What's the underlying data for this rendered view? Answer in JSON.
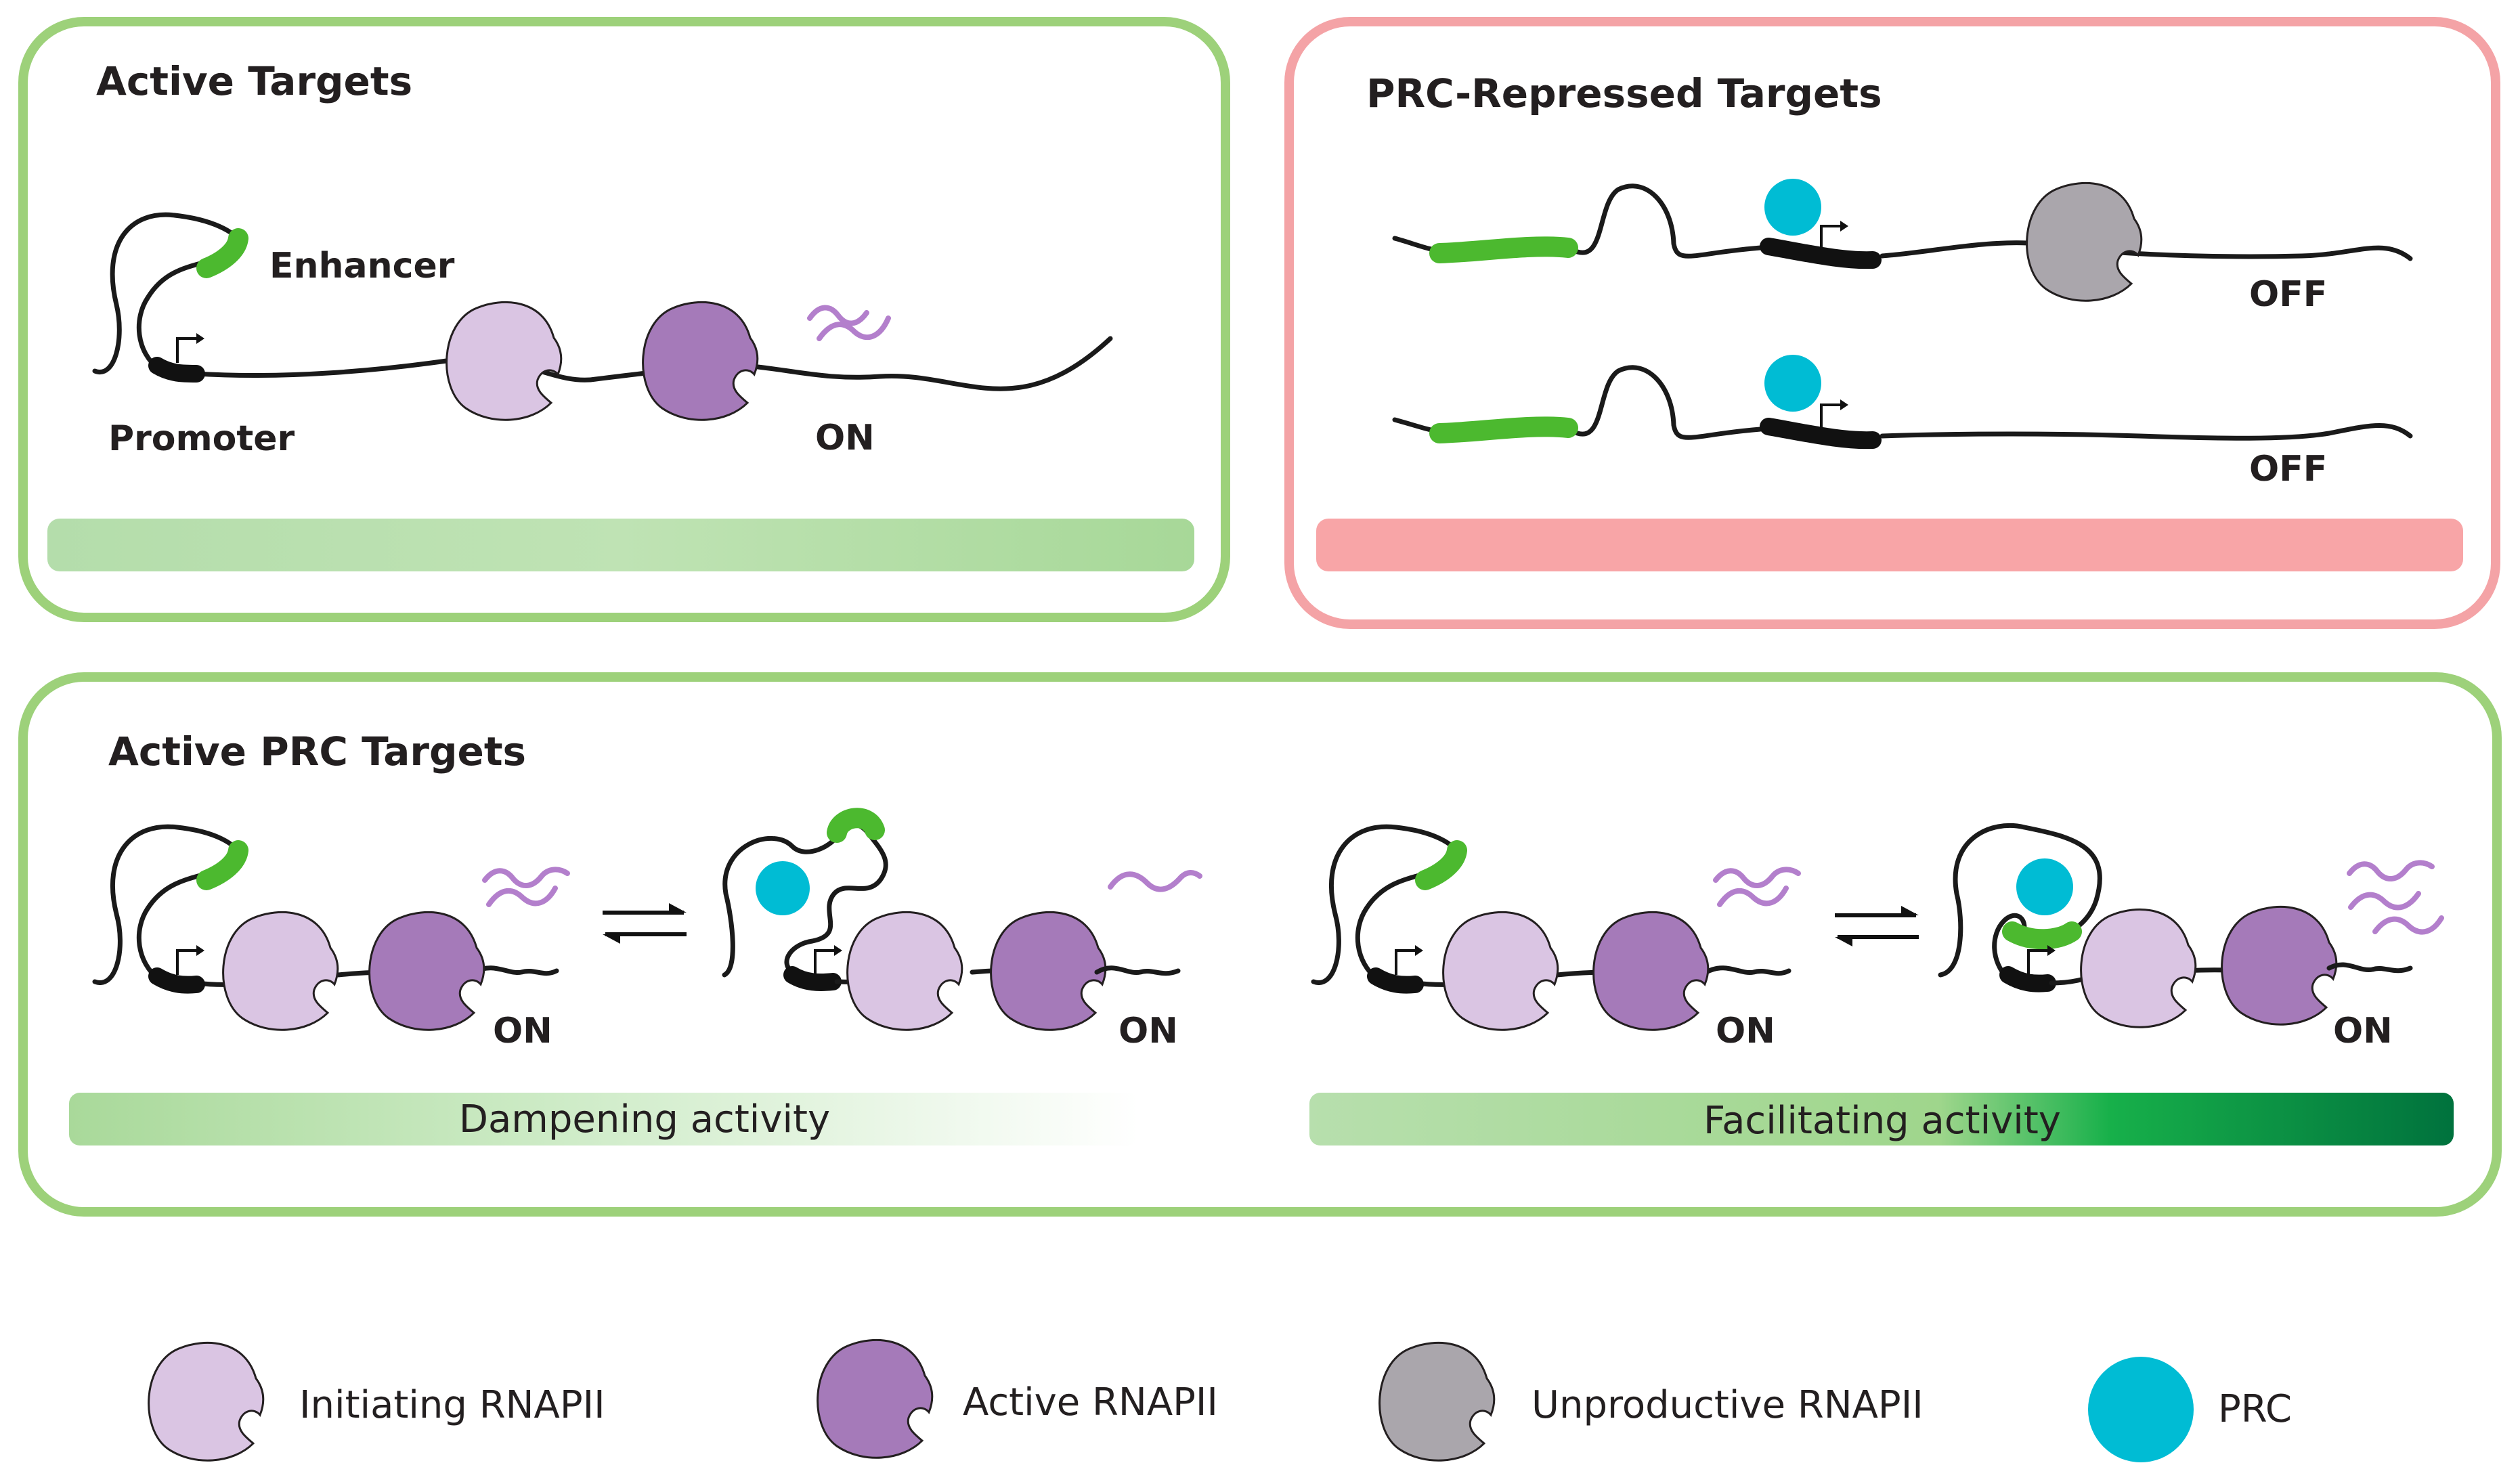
{
  "panels": {
    "active": {
      "title": "Active Targets",
      "enhancer_label": "Enhancer",
      "promoter_label": "Promoter",
      "state_label": "ON"
    },
    "repressed": {
      "title": "PRC-Repressed Targets",
      "state_label_1": "OFF",
      "state_label_2": "OFF"
    },
    "active_prc": {
      "title": "Active PRC Targets",
      "state_label_1": "ON",
      "state_label_2": "ON",
      "state_label_3": "ON",
      "state_label_4": "ON",
      "dampening_label": "Dampening activity",
      "facilitating_label": "Facilitating activity"
    }
  },
  "legend": {
    "initiating": "Initiating RNAPII",
    "active": "Active RNAPII",
    "unproductive": "Unproductive RNAPII",
    "prc": "PRC"
  },
  "colors": {
    "active_border": "#9dd17a",
    "repressed_border": "#f4a3a6",
    "initiating_rnapii": "#dac5e3",
    "active_rnapii": "#a57ab9",
    "unproductive_rnapii": "#aaa6ac",
    "prc": "#00bcd4",
    "enhancer": "#4cb92f",
    "rna": "#b37fcc",
    "active_bar": "#a9d99a",
    "repressed_bar": "#f8a5a7",
    "facilitating_dark": "#00723d"
  }
}
